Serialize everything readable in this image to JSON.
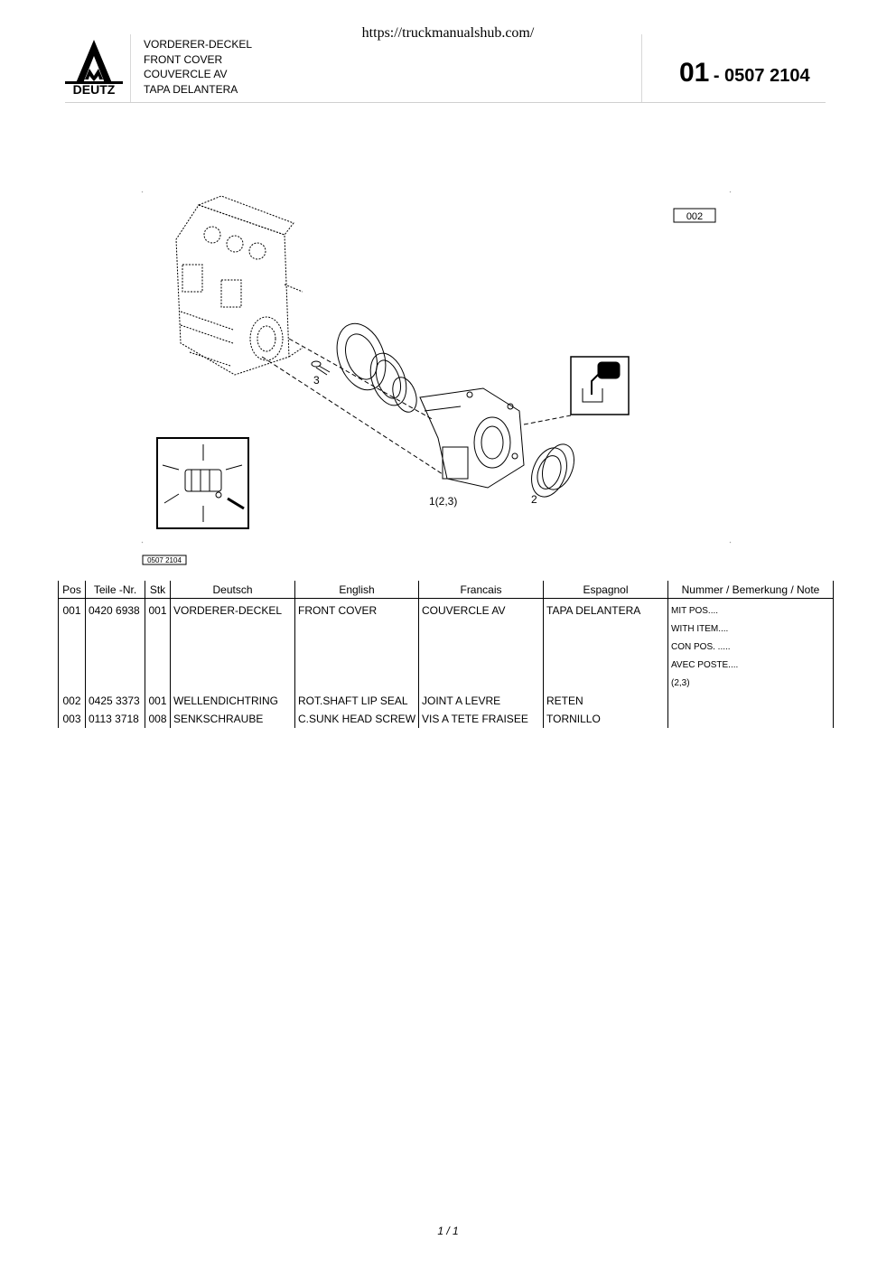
{
  "url": "https://truckmanualshub.com/",
  "header": {
    "brand": "DEUTZ",
    "titles": [
      "VORDERER-DECKEL",
      "FRONT COVER",
      "COUVERCLE AV",
      "TAPA DELANTERA"
    ],
    "group": "01",
    "number": "- 0507 2104"
  },
  "drawing": {
    "label_box": "002",
    "drawing_number": "0507 2104",
    "callout_1": "1(2,3)",
    "callout_2": "2",
    "callout_3": "3"
  },
  "table": {
    "headers": [
      "Pos",
      "Teile -Nr.",
      "Stk",
      "Deutsch",
      "English",
      "Francais",
      "Espagnol",
      "Nummer / Bemerkung / Note"
    ],
    "rows": [
      [
        "001",
        "0420 6938",
        "001",
        "VORDERER-DECKEL",
        "FRONT COVER",
        "COUVERCLE AV",
        "TAPA DELANTERA",
        "MIT POS...."
      ],
      [
        "",
        "",
        "",
        "",
        "",
        "",
        "",
        "WITH ITEM...."
      ],
      [
        "",
        "",
        "",
        "",
        "",
        "",
        "",
        "CON POS. ....."
      ],
      [
        "",
        "",
        "",
        "",
        "",
        "",
        "",
        "AVEC POSTE...."
      ],
      [
        "",
        "",
        "",
        "",
        "",
        "",
        "",
        "(2,3)"
      ],
      [
        "002",
        "0425 3373",
        "001",
        "WELLENDICHTRING",
        "ROT.SHAFT LIP SEAL",
        "JOINT A LEVRE",
        "RETEN",
        ""
      ],
      [
        "003",
        "0113 3718",
        "008",
        "SENKSCHRAUBE",
        "C.SUNK HEAD SCREW",
        "VIS A TETE FRAISEE",
        "TORNILLO",
        ""
      ]
    ]
  },
  "footer": {
    "page": "1 / 1"
  }
}
